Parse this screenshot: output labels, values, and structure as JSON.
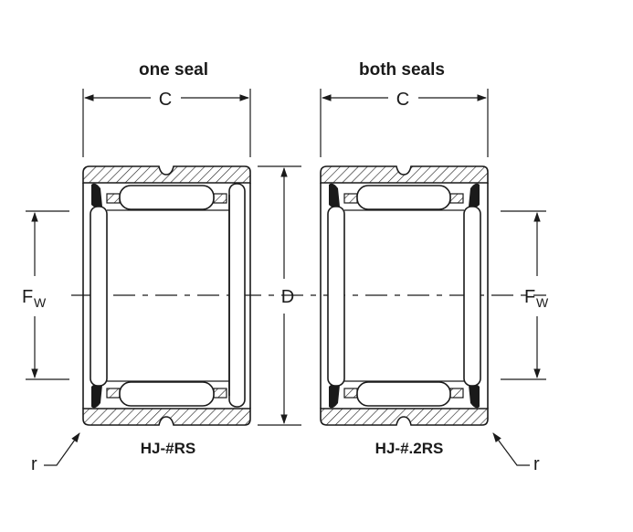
{
  "diagram": {
    "left_title": "one seal",
    "right_title": "both seals",
    "dim_c_left": "C",
    "dim_c_right": "C",
    "dim_d": "D",
    "fw_left_main": "F",
    "fw_left_sub": "W",
    "fw_right_main": "F",
    "fw_right_sub": "W",
    "left_caption": "HJ-#RS",
    "right_caption": "HJ-#.2RS",
    "radius_left": "r",
    "radius_right": "r"
  },
  "colors": {
    "ink": "#1a1a1a",
    "background": "#ffffff"
  }
}
